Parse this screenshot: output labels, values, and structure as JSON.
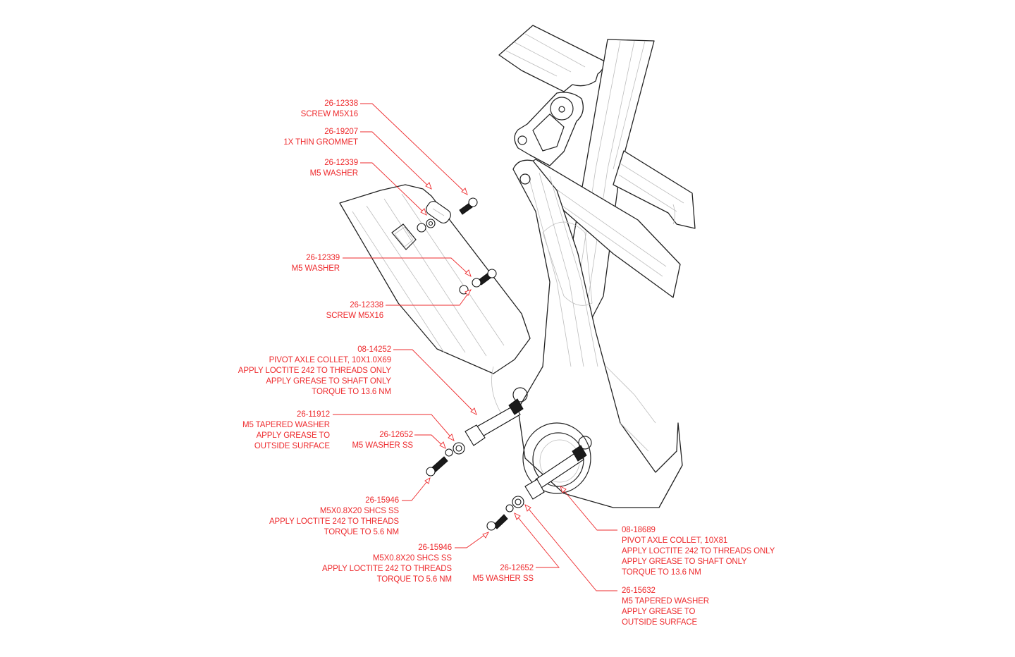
{
  "diagram": {
    "title": "Frame hardware exploded view",
    "accent_color": "#ee2b2e",
    "line_color": "#222222",
    "callouts": [
      {
        "id": "c1",
        "part": "26-12338",
        "lines": [
          "SCREW M5X16"
        ]
      },
      {
        "id": "c2",
        "part": "26-19207",
        "lines": [
          "1X THIN GROMMET"
        ]
      },
      {
        "id": "c3",
        "part": "26-12339",
        "lines": [
          "M5 WASHER"
        ]
      },
      {
        "id": "c4",
        "part": "26-12339",
        "lines": [
          "M5 WASHER"
        ]
      },
      {
        "id": "c5",
        "part": "26-12338",
        "lines": [
          "SCREW M5X16"
        ]
      },
      {
        "id": "c6",
        "part": "08-14252",
        "lines": [
          "PIVOT AXLE COLLET, 10X1.0X69",
          "APPLY LOCTITE 242 TO THREADS ONLY",
          "APPLY GREASE TO SHAFT ONLY",
          "TORQUE TO 13.6 NM"
        ]
      },
      {
        "id": "c7",
        "part": "26-11912",
        "lines": [
          "M5 TAPERED WASHER",
          "APPLY GREASE TO",
          "OUTSIDE SURFACE"
        ]
      },
      {
        "id": "c8",
        "part": "26-12652",
        "lines": [
          "M5 WASHER SS"
        ]
      },
      {
        "id": "c9",
        "part": "26-15946",
        "lines": [
          "M5X0.8X20 SHCS SS",
          "APPLY LOCTITE 242 TO THREADS",
          "TORQUE TO 5.6 NM"
        ]
      },
      {
        "id": "c10",
        "part": "26-15946",
        "lines": [
          "M5X0.8X20 SHCS SS",
          "APPLY LOCTITE 242 TO THREADS",
          "TORQUE TO 5.6 NM"
        ]
      },
      {
        "id": "c11",
        "part": "26-12652",
        "lines": [
          "M5 WASHER SS"
        ]
      },
      {
        "id": "c12",
        "part": "08-18689",
        "lines": [
          "PIVOT AXLE COLLET, 10X81",
          "APPLY LOCTITE 242 TO THREADS ONLY",
          "APPLY GREASE TO SHAFT ONLY",
          "TORQUE TO 13.6 NM"
        ]
      },
      {
        "id": "c13",
        "part": "26-15632",
        "lines": [
          "M5 TAPERED WASHER",
          "APPLY GREASE TO",
          "OUTSIDE SURFACE"
        ]
      }
    ]
  }
}
